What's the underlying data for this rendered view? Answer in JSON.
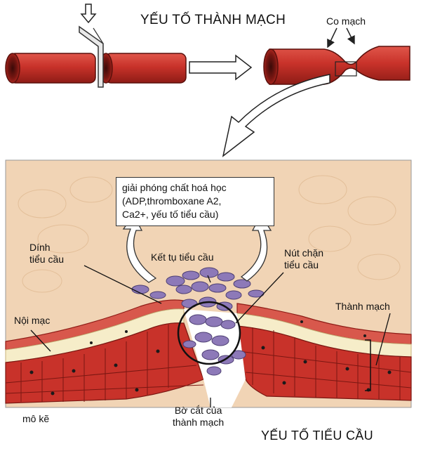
{
  "titles": {
    "top": "YẾU TỐ THÀNH MẠCH",
    "bottom": "YẾU TỐ TIỂU CẦU"
  },
  "labels": {
    "vasoconstriction": "Co mạch",
    "chemical_release": [
      "giải phóng chất hoá học",
      "(ADP,thromboxane A2,",
      "Ca2+, yếu tố tiểu cầu)"
    ],
    "platelet_adhesion": [
      "Dính",
      "tiểu cầu"
    ],
    "platelet_aggregation": "Kết tụ tiểu cầu",
    "platelet_plug": [
      "Nút chặn",
      "tiểu cầu"
    ],
    "endothelium": "Nội mạc",
    "vessel_wall": "Thành mạch",
    "connective_tissue": "mô kẽ",
    "cut_edge": [
      "Bờ cắt của",
      "thành mạch"
    ]
  },
  "colors": {
    "vessel_red": "#c8322a",
    "vessel_dark": "#8e1c16",
    "tissue_bg": "#f1d4b5",
    "endothelium": "#d8584c",
    "subendothelium": "#f6edc9",
    "platelet": "#8d79b8"
  }
}
